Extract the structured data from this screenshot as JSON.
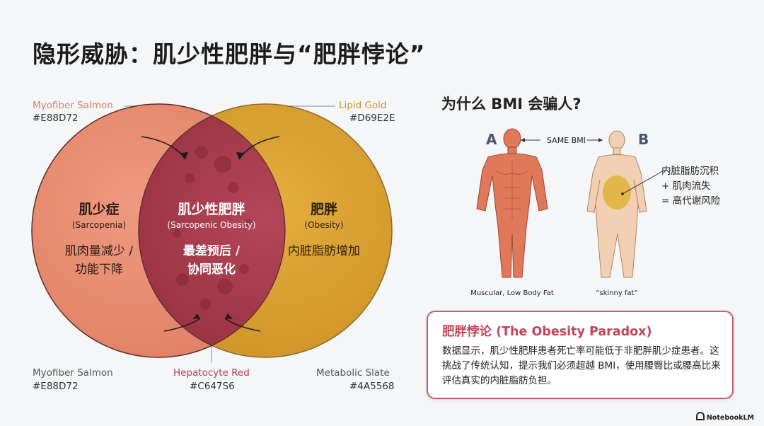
{
  "title": "隐形威胁：肌少性肥胖与“肥胖悖论”",
  "swatches": {
    "top_left": {
      "name": "Myofiber Salmon",
      "hex": "#E88D72"
    },
    "top_right": {
      "name": "Lipid Gold",
      "hex": "#D69E2E"
    },
    "bottom_left": {
      "name": "Myofiber Salmon",
      "hex": "#E88D72"
    },
    "bottom_center": {
      "name": "Hepatocyte Red",
      "hex": "#C647S6"
    },
    "bottom_right": {
      "name": "Metabolic Slate",
      "hex": "#4A5568"
    }
  },
  "venn": {
    "left": {
      "title": "肌少症",
      "subtitle": "(Sarcopenia)",
      "desc1": "肌肉量减少 /",
      "desc2": "功能下降"
    },
    "center": {
      "title": "肌少性肥胖",
      "subtitle": "(Sarcopenic Obesity)",
      "desc1": "最差预后 /",
      "desc2": "协同恶化"
    },
    "right": {
      "title": "肥胖",
      "subtitle": "(Obesity)",
      "desc1": "内脏脂肪增加"
    }
  },
  "bmi": {
    "heading": "为什么 BMI 会骗人?",
    "label_a": "A",
    "label_b": "B",
    "same_bmi": "SAME BMI",
    "caption_a": "Muscular, Low Body Fat",
    "caption_b": "“skinny fat”",
    "note1": "内脏脂肪沉积",
    "note2": "+ 肌肉流失",
    "note3": "= 高代谢风险"
  },
  "paradox": {
    "title": "肥胖悖论 (The Obesity Paradox)",
    "body": "数据显示，肌少性肥胖患者死亡率可能低于非肥胖肌少症患者。这挑战了传统认知，提示我们必须超越 BMI，使用腰臀比或腰高比来评估真实的内脏脂肪负担。"
  },
  "brand": "NotebookLM",
  "colors": {
    "salmon": "#E88D72",
    "gold": "#D69E2E",
    "hepatocyte": "#C64756",
    "slate": "#4A5568"
  }
}
